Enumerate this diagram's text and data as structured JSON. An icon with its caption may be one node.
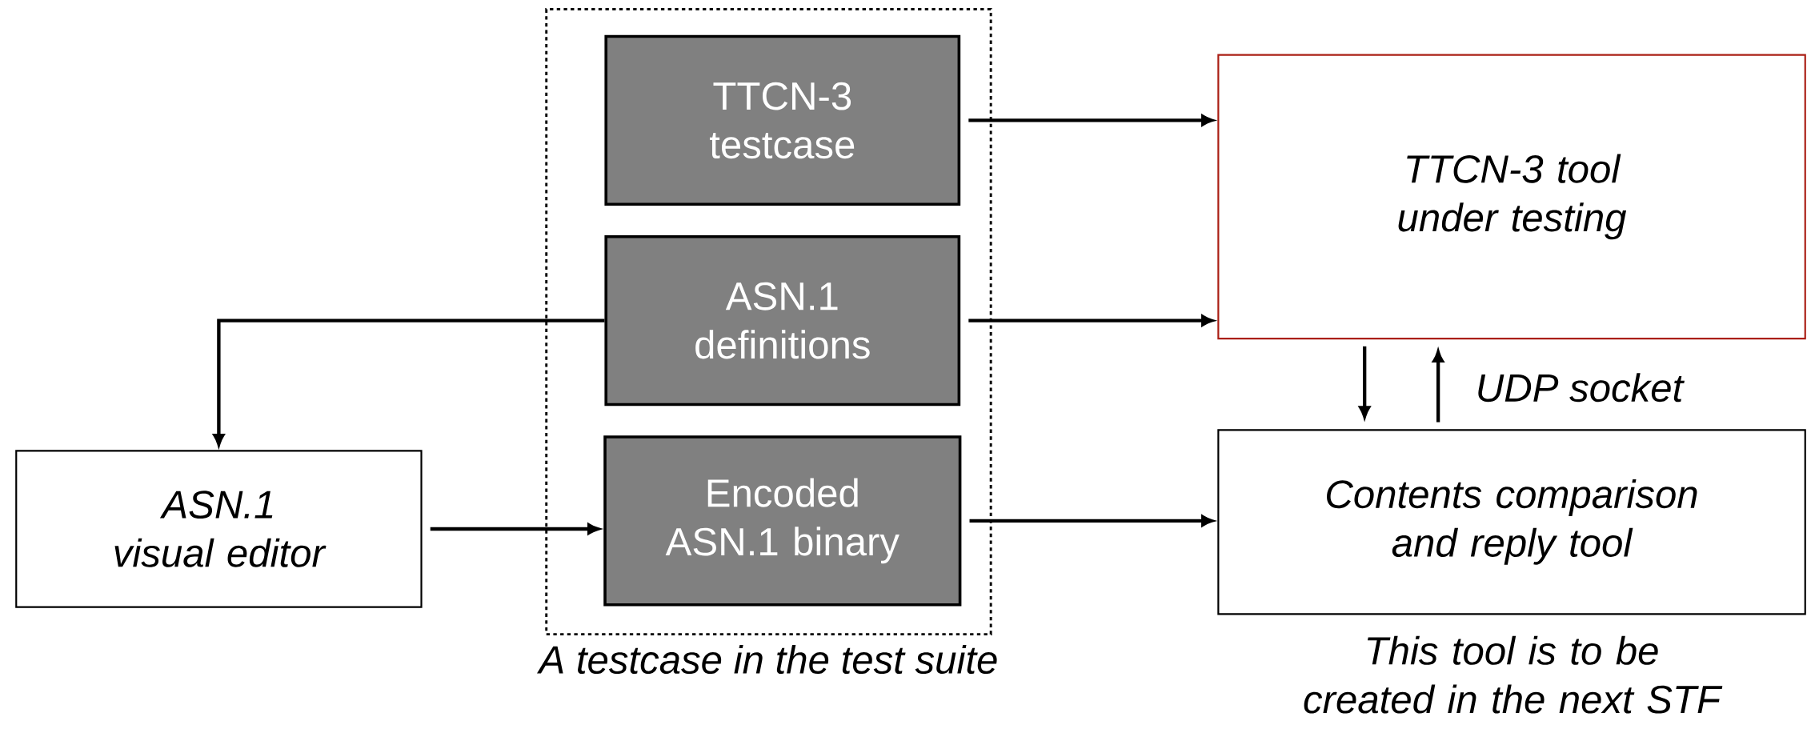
{
  "diagram": {
    "nodes": [
      {
        "text": [
          "A testcase in the test suite"
        ]
      },
      {
        "text": [
          "TTCN-3 testcase"
        ],
        "in": 0
      },
      {
        "text": [
          "ASN.1 definitions"
        ],
        "in": 0
      },
      {
        "text": [
          "Encoded ASN.1 binary"
        ],
        "in": 0
      },
      {
        "text": [
          "TTCN-3 tool under testing"
        ]
      },
      {
        "text": [
          "Contents comparison and reply tool"
        ],
        "beside": [
          "This tool is to be created in the next STF"
        ]
      },
      {
        "text": [
          "ASN.1 visual editor"
        ]
      }
    ],
    "edges": [
      {
        "from": 1,
        "to": 4,
        "arrow": "to"
      },
      {
        "from": 2,
        "to": 4,
        "arrow": "to"
      },
      {
        "from": 3,
        "to": 5,
        "arrow": "to"
      },
      {
        "from": 2,
        "to": 6,
        "arrow": "to"
      },
      {
        "from": 6,
        "to": 3,
        "arrow": "to"
      },
      {
        "from": 4,
        "to": 5,
        "arrow": "to"
      },
      {
        "from": 5,
        "to": 4,
        "arrow": "to",
        "label": "UDP socket"
      }
    ]
  }
}
